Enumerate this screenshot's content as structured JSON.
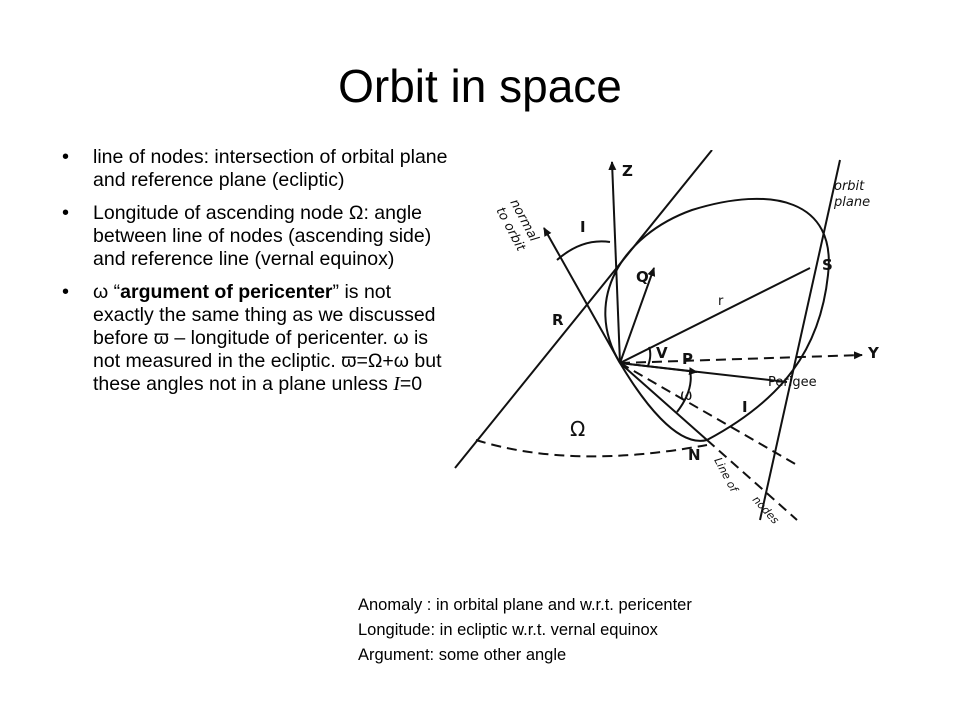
{
  "slide": {
    "title": "Orbit  in space",
    "bullets": [
      {
        "text": "line of nodes: intersection of orbital plane and reference plane (ecliptic)"
      },
      {
        "text": "Longitude of ascending node Ω: angle between line of nodes (ascending side) and reference line (vernal equinox)"
      },
      {
        "pre": "ω “",
        "bold": "argument of pericenter",
        "post": "” is not exactly the same thing as we discussed before ϖ – longitude of pericenter.  ω is not measured in the ecliptic.  ϖ=Ω+ω  but these angles not in a plane unless ",
        "italic": "I",
        "end": "=0"
      }
    ],
    "notes": [
      "Anomaly : in orbital plane and w.r.t. pericenter",
      "Longitude: in ecliptic w.r.t. vernal equinox",
      "Argument: some other angle"
    ]
  },
  "diagram": {
    "labels": {
      "z": "Z",
      "y": "Y",
      "normal": "normal",
      "to_orbit": "to orbit",
      "orbit": "orbit",
      "plane": "plane",
      "i_upper": "I",
      "q": "Q",
      "s": "S",
      "r": "r",
      "r_vec": "R",
      "v": "V",
      "p": "P",
      "perigee": "Perigee",
      "omega_small": "ω",
      "i_lower": "I",
      "omega_big": "Ω",
      "n": "N",
      "line_of": "Line of",
      "nodes": "nodes"
    }
  }
}
